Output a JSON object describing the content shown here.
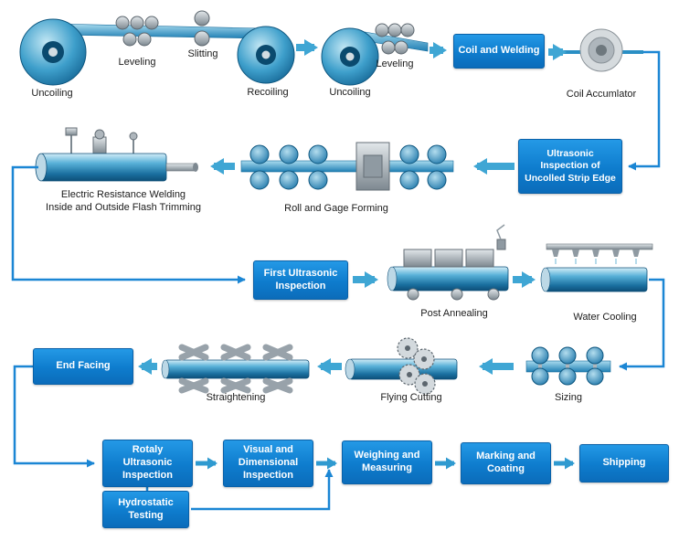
{
  "colors": {
    "node_blue": "#1287d8",
    "thick_arrow_blue": "#3fa6d4",
    "connector_blue": "#1b86d4",
    "strip_blue": "#2a8fc4",
    "machine_gray": "#aeb6bc"
  },
  "stages": {
    "uncoiling1": "Uncoiling",
    "leveling1": "Leveling",
    "slitting": "Slitting",
    "recoiling": "Recoiling",
    "uncoiling2": "Uncoiling",
    "leveling2": "Leveling",
    "coil_and_welding": "Coil and Welding",
    "coil_accumulator": "Coil Accumlator",
    "ultrasonic_strip_edge": "Ultrasonic Inspection of Uncolled Strip Edge",
    "roll_gage_forming": "Roll and Gage Forming",
    "erw_line1": "Electric Resistance Welding",
    "erw_line2": "Inside and Outside Flash Trimming",
    "first_ultrasonic": "First Ultrasonic Inspection",
    "post_annealing": "Post Annealing",
    "water_cooling": "Water Cooling",
    "sizing": "Sizing",
    "flying_cutting": "Flying Cutting",
    "straightening": "Straightening",
    "end_facing": "End Facing",
    "rotaly_ultrasonic": "Rotaly Ultrasonic Inspection",
    "hydrostatic_testing": "Hydrostatic Testing",
    "visual_dimensional": "Visual and Dimensional Inspection",
    "weighing_measuring": "Weighing and Measuring",
    "marking_coating": "Marking and Coating",
    "shipping": "Shipping"
  },
  "sequence": [
    "Uncoiling",
    "Leveling",
    "Slitting",
    "Recoiling",
    "Uncoiling",
    "Leveling",
    "Coil and Welding",
    "Coil Accumlator",
    "Ultrasonic Inspection of Uncolled Strip Edge",
    "Roll and Gage Forming",
    "Electric Resistance Welding Inside and Outside Flash Trimming",
    "First Ultrasonic Inspection",
    "Post Annealing",
    "Water Cooling",
    "Sizing",
    "Flying Cutting",
    "Straightening",
    "End Facing",
    "Rotaly Ultrasonic Inspection",
    "Hydrostatic Testing",
    "Visual and Dimensional Inspection",
    "Weighing and Measuring",
    "Marking and Coating",
    "Shipping"
  ]
}
